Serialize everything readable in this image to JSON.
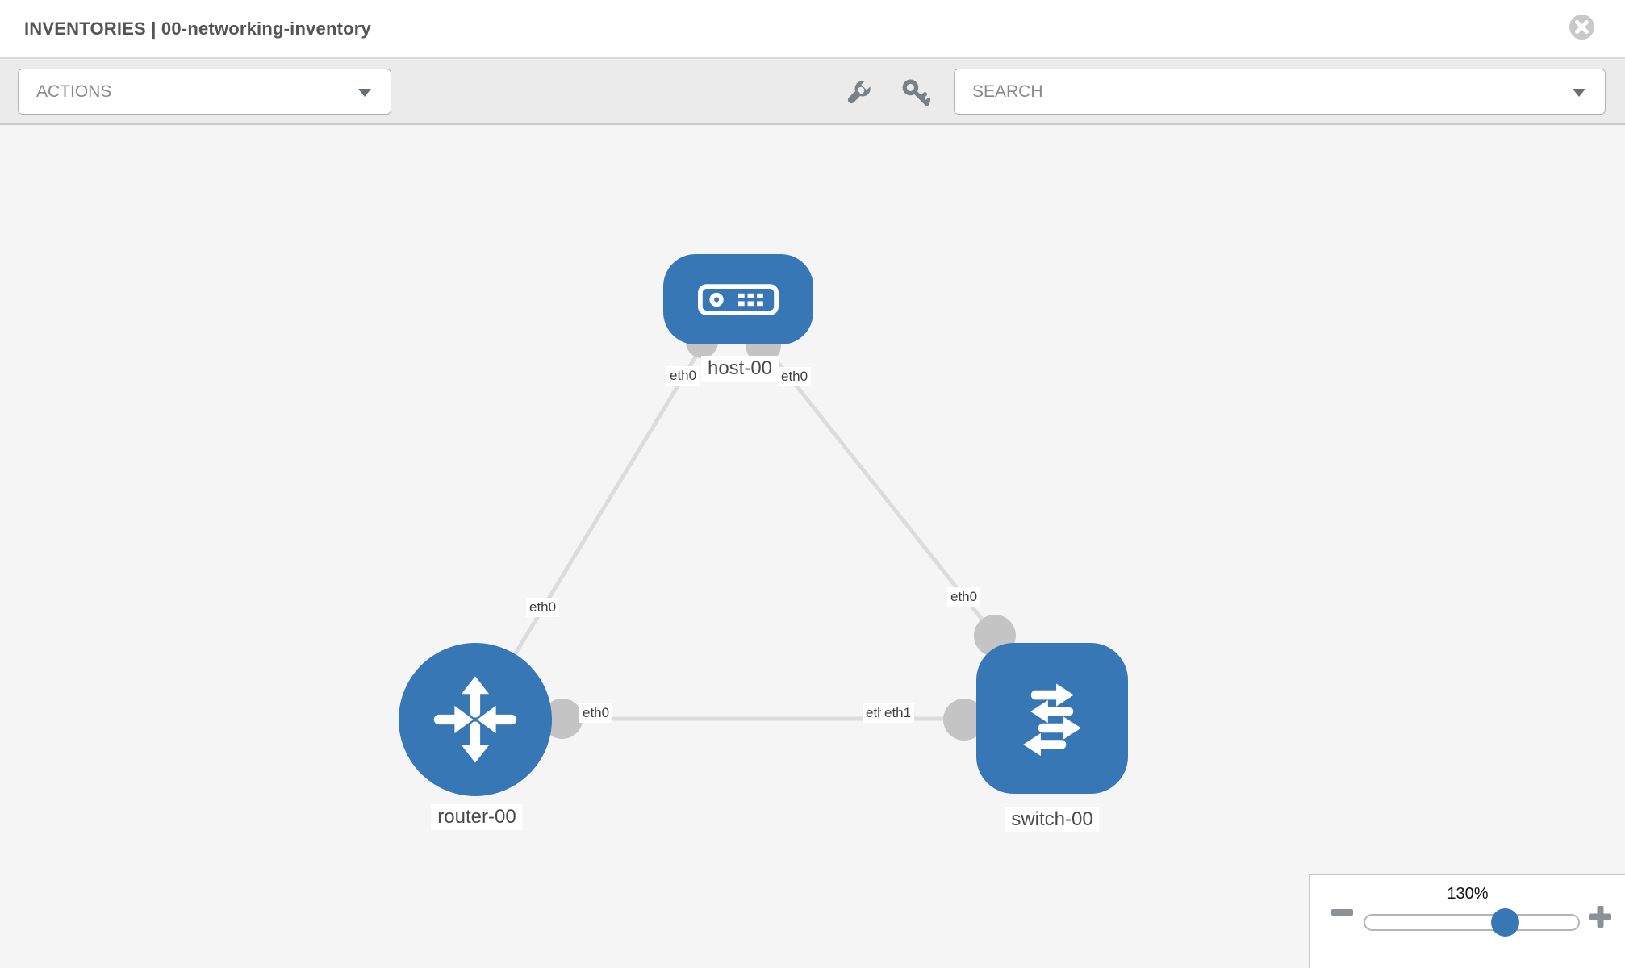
{
  "header": {
    "title": "INVENTORIES | 00-networking-inventory"
  },
  "toolbar": {
    "actions_label": "ACTIONS",
    "search_label": "SEARCH",
    "icons": [
      "wrench-icon",
      "key-icon"
    ]
  },
  "topology": {
    "nodes": [
      {
        "id": "host-00",
        "type": "host",
        "label": "host-00"
      },
      {
        "id": "router-00",
        "type": "router",
        "label": "router-00"
      },
      {
        "id": "switch-00",
        "type": "switch",
        "label": "switch-00"
      }
    ],
    "links": [
      {
        "from": "host-00",
        "to": "router-00",
        "from_iface": "eth0",
        "to_iface": "eth0"
      },
      {
        "from": "host-00",
        "to": "switch-00",
        "from_iface": "eth0",
        "to_iface": "eth0"
      },
      {
        "from": "router-00",
        "to": "switch-00",
        "from_iface": "eth0",
        "to_iface": "eth1",
        "to_iface_overlapped": "eth0"
      }
    ]
  },
  "zoom_control": {
    "level": "130%"
  },
  "colors": {
    "node_blue": "#3877b5",
    "link_gray": "#dcdcdc",
    "iface_dot_gray": "#c4c4c4",
    "toolbar_bg": "#ebebeb",
    "canvas_bg": "#f5f5f5"
  }
}
